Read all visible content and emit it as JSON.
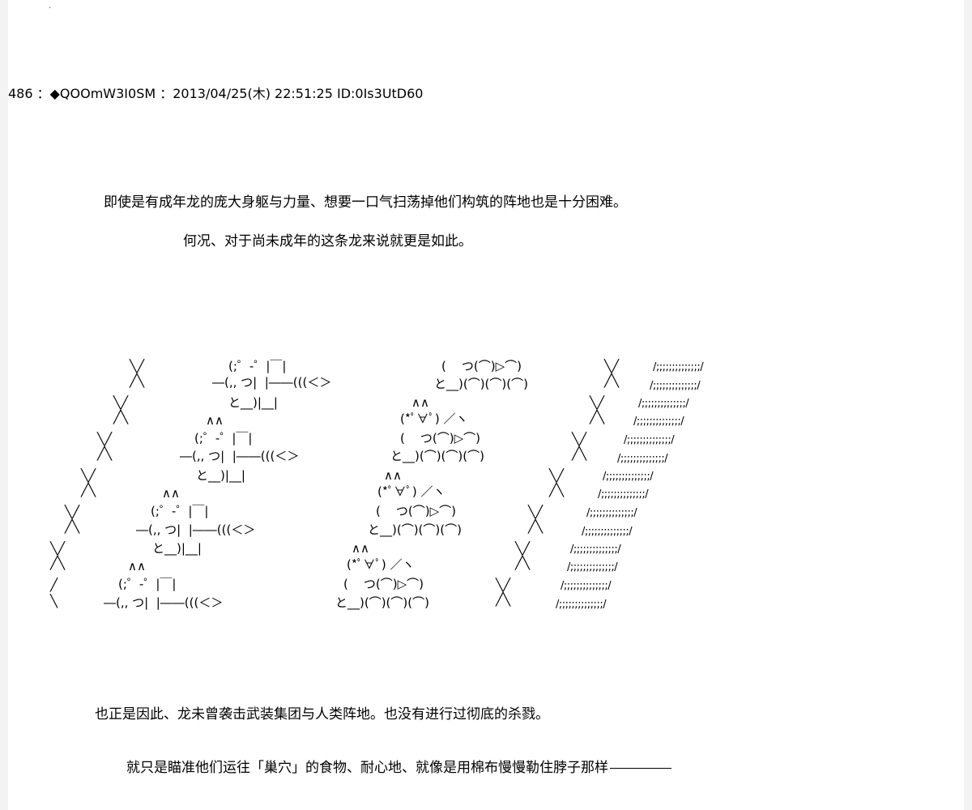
{
  "post": {
    "speck": "·",
    "header": "486 ：◆QOOmW3I0SM ：2013/04/25(木) 22:51:25 ID:0Is3UtD60"
  },
  "narration": {
    "line1": "即使是有成年龙的庞大身躯与力量、想要一口气扫荡掉他们构筑的阵地也是十分困难。",
    "line2": "何况、对于尚未成年的这条龙来说就更是如此。",
    "line3": "也正是因此、龙未曾袭击武装集团与人类阵地。也没有进行过彻底的杀戮。",
    "line4": "就只是瞄准他们运往「巢穴」的食物、耐心地、就像是用棉布慢慢勒住脖子那样"
  },
  "ascii_art": {
    "x_top": "╲╱",
    "x_bottom": "╱╲",
    "half_x_top": "╱",
    "half_x_bottom": "╲",
    "ears": "∧∧",
    "gunner_face": "(;゜-゜|￣|",
    "gunner_body": "―(,, つ|  |――(((＜＞",
    "gunner_feet": "と__)|__|",
    "crowd_top": "(    つ(⌒)▷⌒)",
    "crowd_bottom": "と__)(⌒)(⌒)(⌒)",
    "star_face": "(*ﾟ∀ﾟ) ／ヽ",
    "slash_wall": "/;;;;;;;;;;;;;;/"
  }
}
